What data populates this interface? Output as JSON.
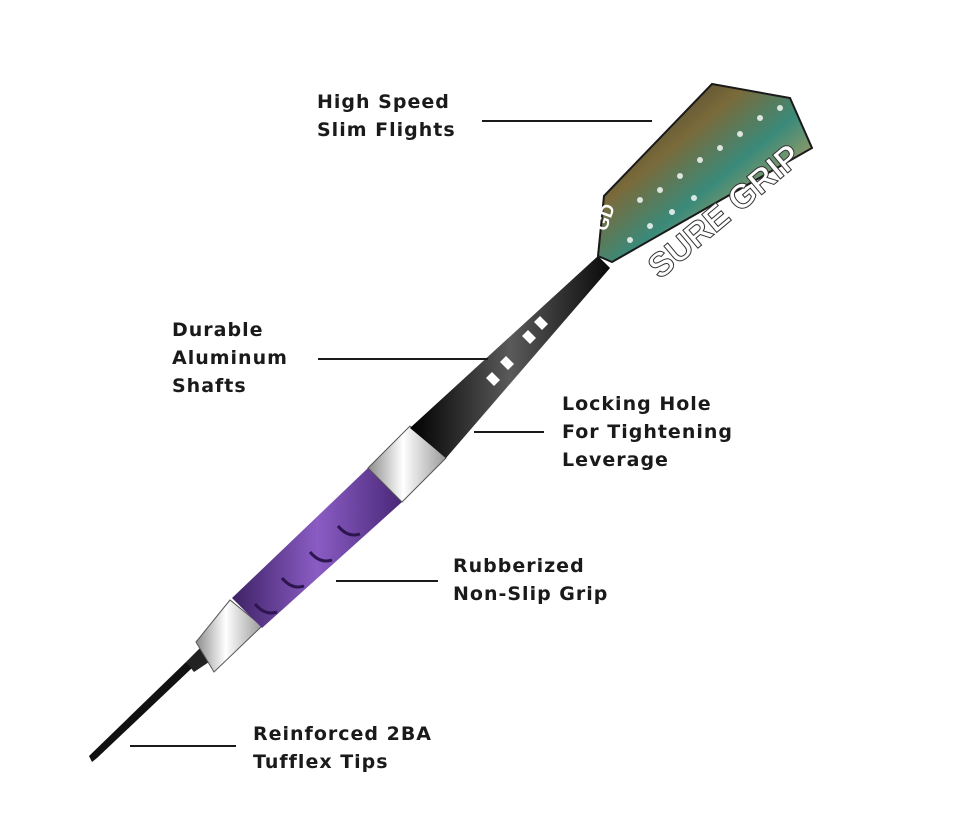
{
  "callouts": {
    "flights": [
      "High Speed",
      "Slim Flights"
    ],
    "shafts": [
      "Durable",
      "Aluminum",
      "Shafts"
    ],
    "locking_hole": [
      "Locking Hole",
      "For Tightening",
      "Leverage"
    ],
    "grip": [
      "Rubberized",
      "Non-Slip Grip"
    ],
    "tips": [
      "Reinforced 2BA",
      "Tufflex Tips"
    ]
  },
  "flight_logo": {
    "brand_text": "SURE GRIP",
    "monogram": "GD"
  },
  "colors": {
    "grip": "#6b3fa0",
    "shaft": "#1b1b1b",
    "chrome": "#d8d8d8",
    "text": "#1a1a1a"
  }
}
